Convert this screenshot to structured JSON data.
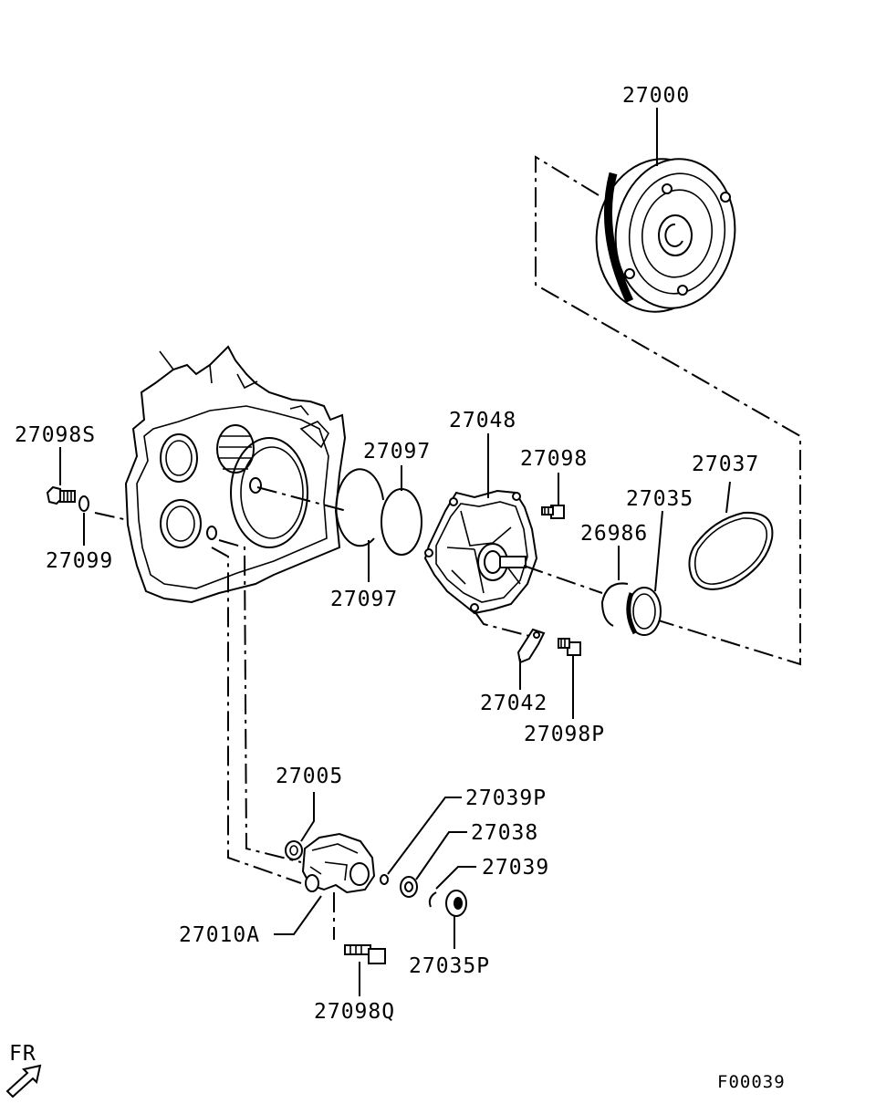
{
  "labels": {
    "p27000": "27000",
    "p27098S": "27098S",
    "p27099": "27099",
    "p27097a": "27097",
    "p27097b": "27097",
    "p27048": "27048",
    "p27098": "27098",
    "p27037": "27037",
    "p27035": "27035",
    "p26986": "26986",
    "p27042": "27042",
    "p27098P": "27098P",
    "p27005": "27005",
    "p27039P": "27039P",
    "p27038": "27038",
    "p27039": "27039",
    "p27010A": "27010A",
    "p27035P": "27035P",
    "p27098Q": "27098Q"
  },
  "orientation": {
    "label": "FR",
    "icon": "arrow-icon"
  },
  "figure_code": "F00039"
}
